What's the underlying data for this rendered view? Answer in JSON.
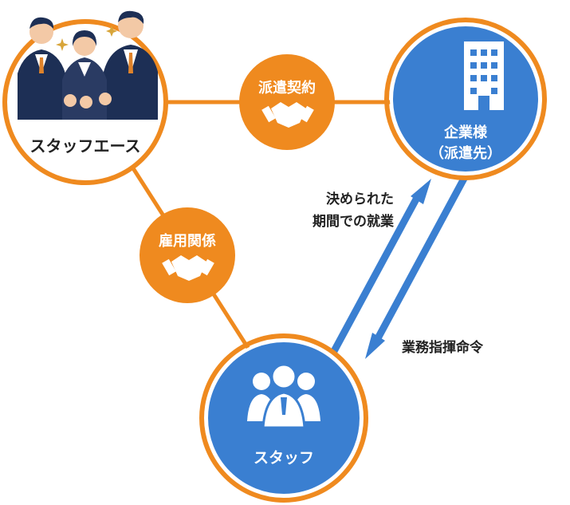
{
  "nodes": {
    "agency": {
      "label": "スタッフエース"
    },
    "client": {
      "label_line1": "企業様",
      "label_line2": "（派遣先）"
    },
    "staff": {
      "label": "スタッフ"
    }
  },
  "relations": {
    "dispatch_contract": "派遣契約",
    "employment": "雇用関係"
  },
  "arrows": {
    "work_line1": "決められた",
    "work_line2": "期間での就業",
    "command": "業務指揮命令"
  },
  "colors": {
    "orange": "#ef8a1f",
    "blue": "#3a7fd1",
    "ring_blue": "#ef8a1f",
    "navy": "#1d2f55"
  }
}
